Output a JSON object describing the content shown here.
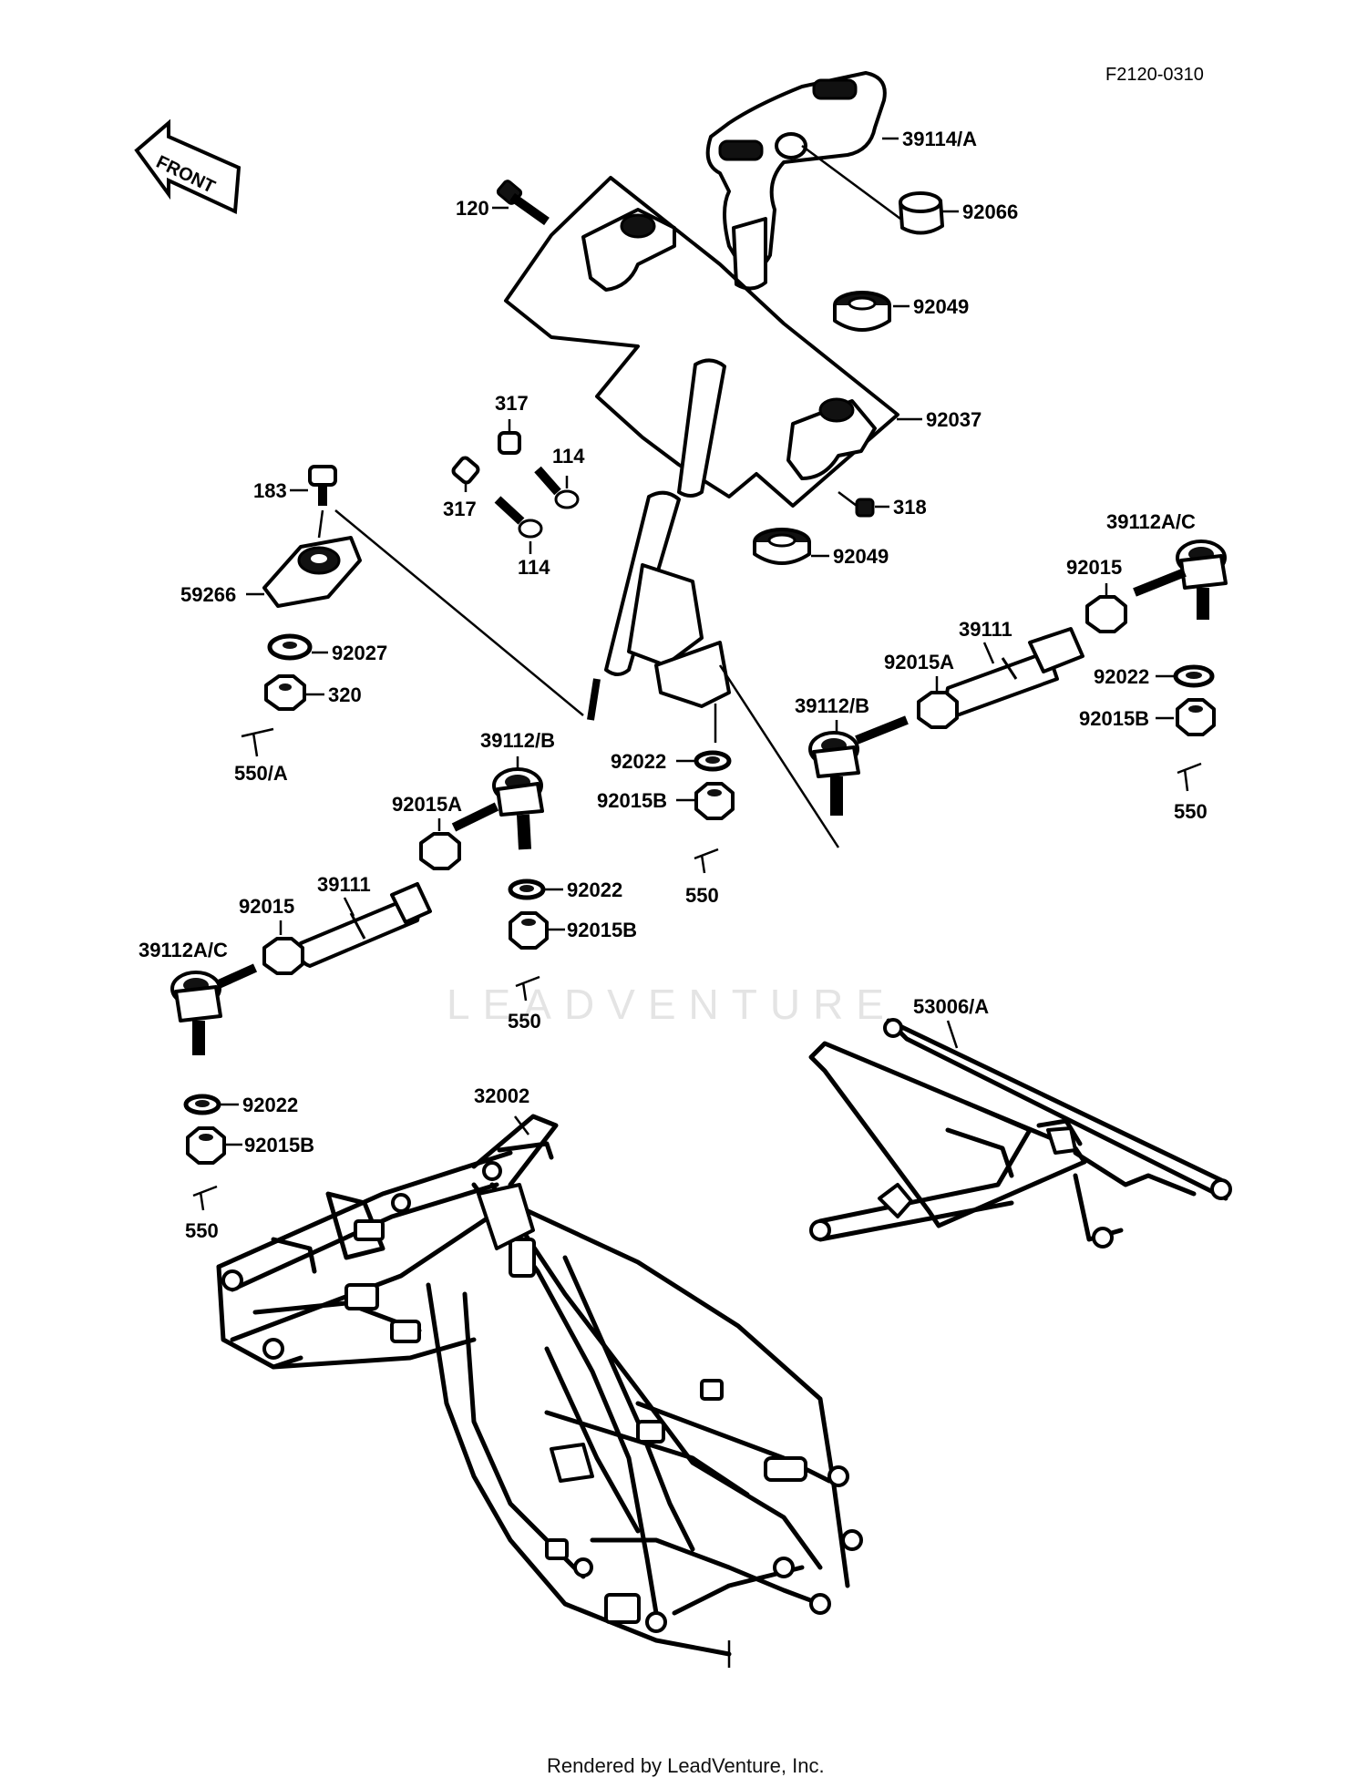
{
  "diagram_ref": "F2120-0310",
  "front_label": "FRONT",
  "watermark": "LEADVENTURE",
  "footer": "Rendered by LeadVenture, Inc.",
  "callouts": [
    {
      "id": "c-39114a",
      "label": "39114/A"
    },
    {
      "id": "c-92066",
      "label": "92066"
    },
    {
      "id": "c-120",
      "label": "120"
    },
    {
      "id": "c-92049-top",
      "label": "92049"
    },
    {
      "id": "c-92037",
      "label": "92037"
    },
    {
      "id": "c-317-a",
      "label": "317"
    },
    {
      "id": "c-317-b",
      "label": "317"
    },
    {
      "id": "c-114-a",
      "label": "114"
    },
    {
      "id": "c-114-b",
      "label": "114"
    },
    {
      "id": "c-318",
      "label": "318"
    },
    {
      "id": "c-92049-mid",
      "label": "92049"
    },
    {
      "id": "c-183",
      "label": "183"
    },
    {
      "id": "c-59266",
      "label": "59266"
    },
    {
      "id": "c-92027",
      "label": "92027"
    },
    {
      "id": "c-320",
      "label": "320"
    },
    {
      "id": "c-550a",
      "label": "550/A"
    },
    {
      "id": "c-39112ac-right",
      "label": "39112A/C"
    },
    {
      "id": "c-92015-right",
      "label": "92015"
    },
    {
      "id": "c-39111-right",
      "label": "39111"
    },
    {
      "id": "c-92015a-right",
      "label": "92015A"
    },
    {
      "id": "c-39112b-right",
      "label": "39112/B"
    },
    {
      "id": "c-92022-right",
      "label": "92022"
    },
    {
      "id": "c-92015b-right",
      "label": "92015B"
    },
    {
      "id": "c-550-right",
      "label": "550"
    },
    {
      "id": "c-92022-center",
      "label": "92022"
    },
    {
      "id": "c-92015b-center",
      "label": "92015B"
    },
    {
      "id": "c-550-center",
      "label": "550"
    },
    {
      "id": "c-39112b-left",
      "label": "39112/B"
    },
    {
      "id": "c-92015a-left",
      "label": "92015A"
    },
    {
      "id": "c-39111-left",
      "label": "39111"
    },
    {
      "id": "c-92015-left",
      "label": "92015"
    },
    {
      "id": "c-39112ac-left",
      "label": "39112A/C"
    },
    {
      "id": "c-92022-lower",
      "label": "92022"
    },
    {
      "id": "c-92015b-lower",
      "label": "92015B"
    },
    {
      "id": "c-550-lower",
      "label": "550"
    },
    {
      "id": "c-92022-left",
      "label": "92022"
    },
    {
      "id": "c-92015b-left",
      "label": "92015B"
    },
    {
      "id": "c-550-left",
      "label": "550"
    },
    {
      "id": "c-32002",
      "label": "32002"
    },
    {
      "id": "c-53006a",
      "label": "53006/A"
    }
  ]
}
